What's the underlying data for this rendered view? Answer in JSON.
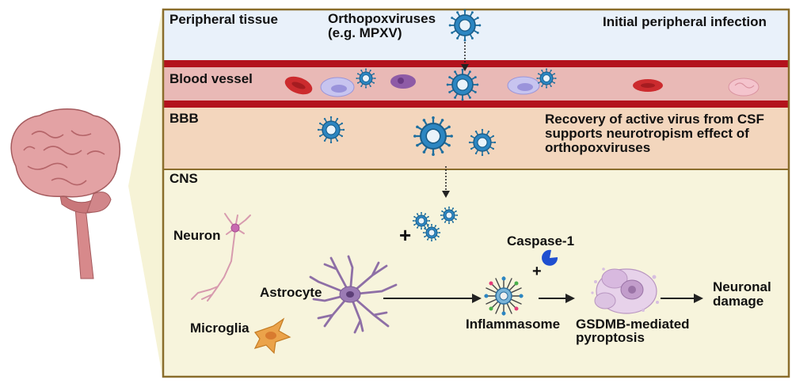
{
  "regions": {
    "peripheral": "Peripheral tissue",
    "blood_vessel": "Blood vessel",
    "bbb": "BBB",
    "cns": "CNS"
  },
  "labels": {
    "virus_line1": "Orthopoxviruses",
    "virus_line2": "(e.g. MPXV)",
    "initial_infection": "Initial peripheral infection",
    "csf_line1": "Recovery of active virus from CSF",
    "csf_line2": "supports neurotropism effect of",
    "csf_line3": "orthopoxviruses",
    "neuron": "Neuron",
    "microglia": "Microglia",
    "astrocyte": "Astrocyte",
    "caspase": "Caspase-1",
    "inflammasome": "Inflammasome",
    "pyroptosis_line1": "GSDMB-mediated",
    "pyroptosis_line2": "pyroptosis",
    "damage_line1": "Neuronal",
    "damage_line2": "damage",
    "plus_main": "+",
    "plus_caspase": "+"
  },
  "colors": {
    "peripheral_fill": "#e9f1fa",
    "vessel_fill": "#e9b9b6",
    "vessel_wall": "#b3121c",
    "bbb_fill": "#f3d6bd",
    "cns_fill": "#f7f4dc",
    "frame_border": "#8a6d2c",
    "virus": "#2c86c2",
    "astrocyte": "#8e6fa6",
    "neuron": "#d79aae",
    "microglia": "#eba34a",
    "caspase": "#1f4fd0",
    "brain": "#d7898b"
  }
}
